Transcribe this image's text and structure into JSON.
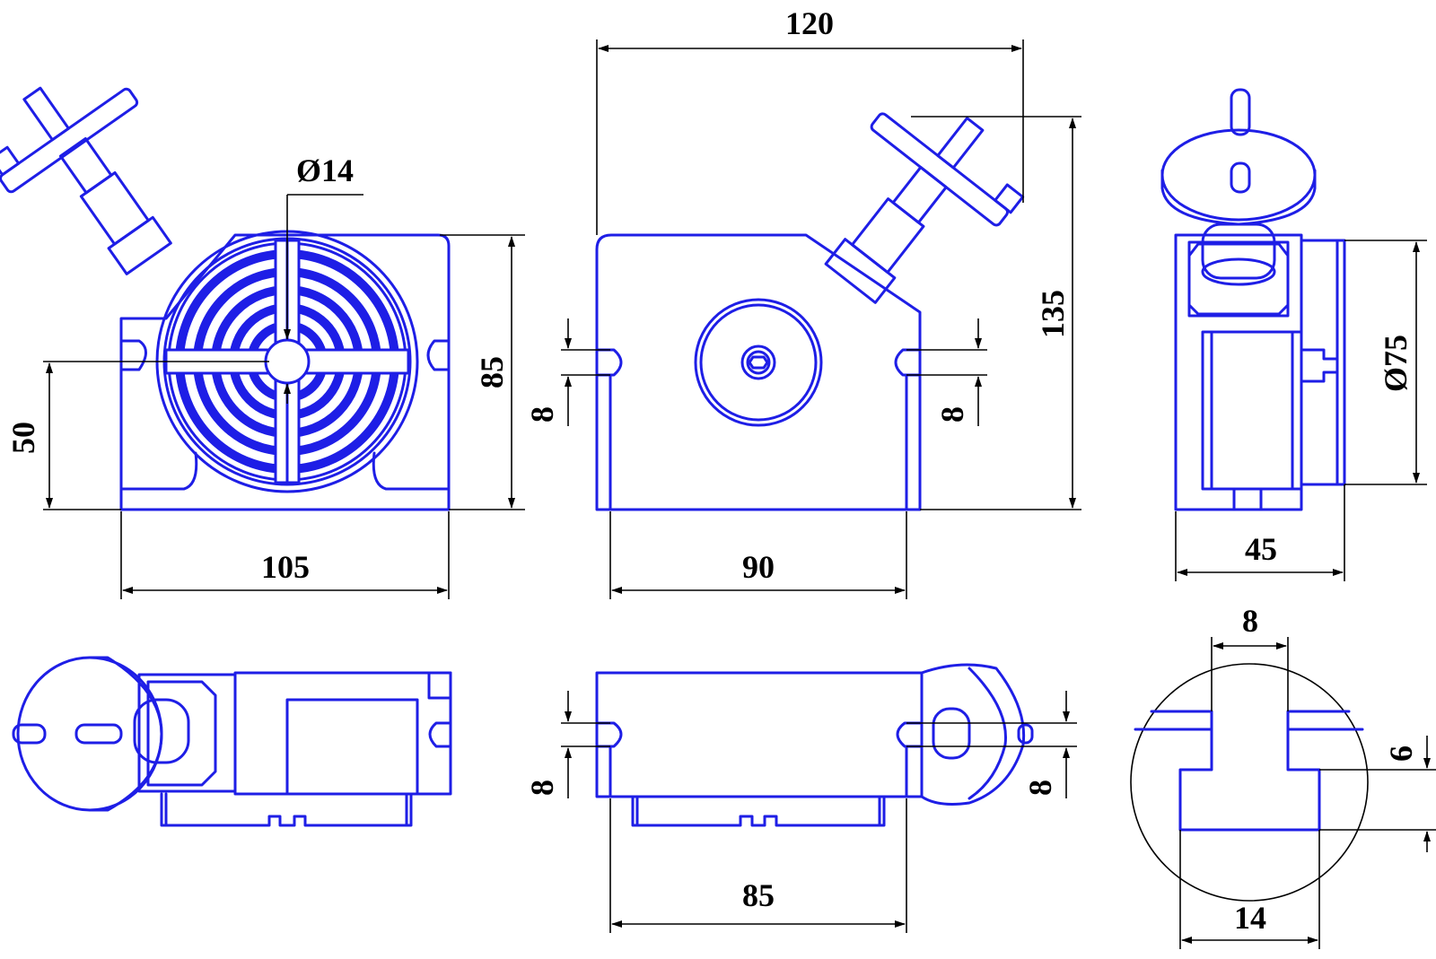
{
  "colors": {
    "part": "#1e1ee6",
    "dimension": "#000000",
    "background": "#ffffff"
  },
  "dimensions": {
    "front_width": "105",
    "front_height": "85",
    "center_height": "50",
    "center_bore": "Ø14",
    "side_overall_width": "120",
    "side_overall_height": "135",
    "side_slot_spacing": "90",
    "side_slot_left": "8",
    "side_slot_right": "8",
    "end_width": "45",
    "table_diameter": "Ø75",
    "bottom_slot_left": "8",
    "bottom_slot_right": "8",
    "bottom_length": "85",
    "tslot_top": "8",
    "tslot_depth": "6",
    "tslot_bottom": "14"
  }
}
